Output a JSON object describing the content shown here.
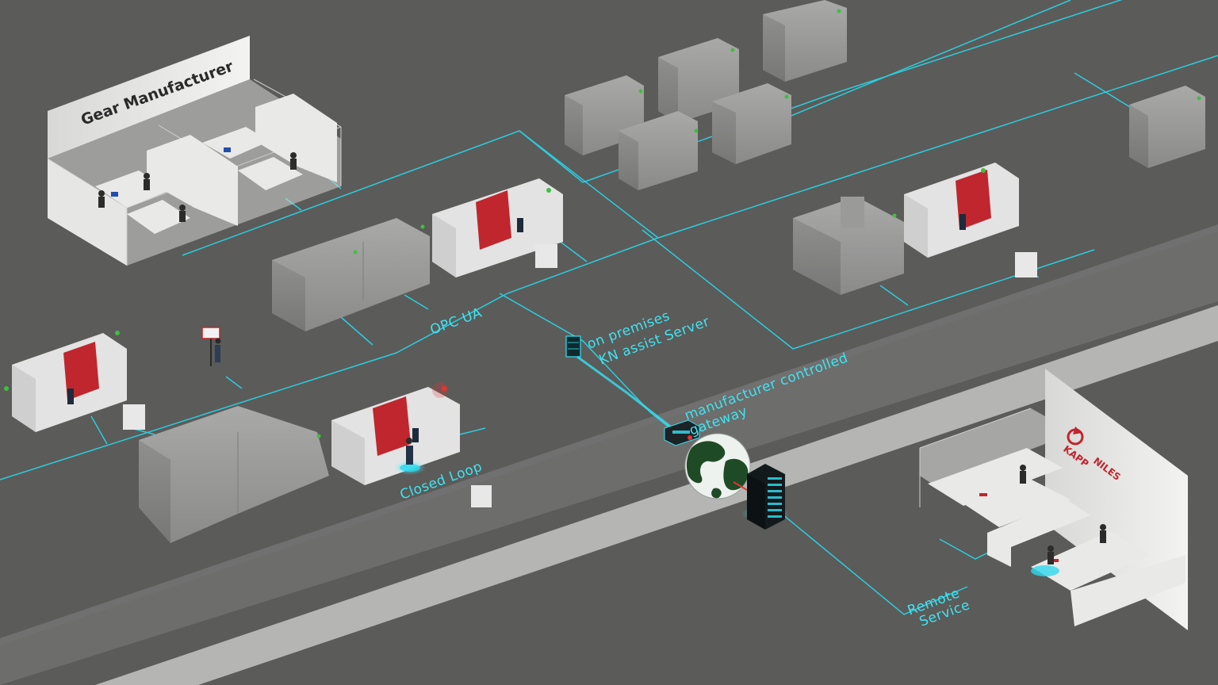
{
  "labels": {
    "gear_manufacturer": "Gear Manufacturer",
    "opc_ua": "OPC UA",
    "server_line1": "on premises",
    "server_line2": "KN assist Server",
    "gateway_line1": "manufacturer controlled",
    "gateway_line2": "gateway",
    "closed_loop": "Closed Loop",
    "remote_line1": "Remote",
    "remote_line2": "Service",
    "brand_line1": "KAPP",
    "brand_line2": "NILES"
  },
  "colors": {
    "floor": "#5b5b59",
    "road": "#b9b9b7",
    "network": "#28d4e6",
    "machine_body": "#e3e3e3",
    "machine_accent": "#c0262d",
    "placeholder_machine": "#8e8e8d",
    "office_wall": "#e8e8e6",
    "status_green": "#3fbf3f",
    "status_red": "#e23434",
    "globe_land": "#1f4a26",
    "globe_sea": "#eef2ee",
    "brand_red": "#c0262d"
  },
  "icons": {
    "globe": "globe-icon",
    "server": "server-rack-icon",
    "gateway": "gateway-device-icon",
    "operator": "operator-figure-icon"
  }
}
